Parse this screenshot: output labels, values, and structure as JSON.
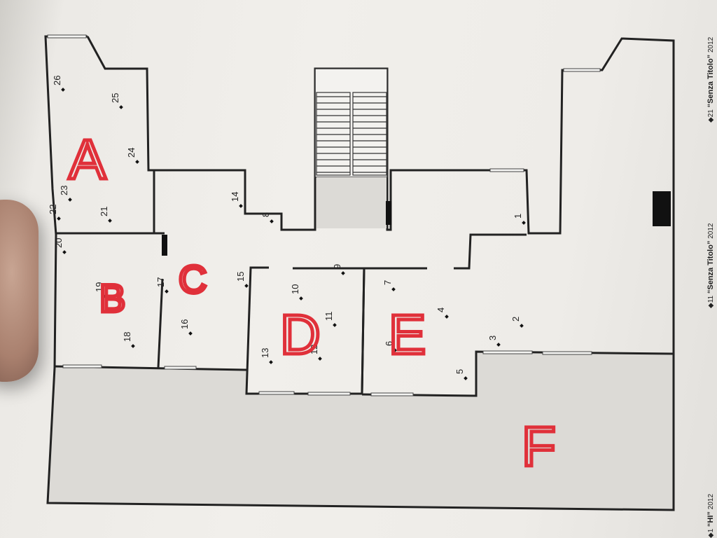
{
  "rooms": [
    {
      "id": "A",
      "label": "A"
    },
    {
      "id": "B",
      "label": "B"
    },
    {
      "id": "C",
      "label": "C"
    },
    {
      "id": "D",
      "label": "D"
    },
    {
      "id": "E",
      "label": "E"
    },
    {
      "id": "F",
      "label": "F"
    }
  ],
  "markers": [
    "1",
    "2",
    "3",
    "4",
    "5",
    "6",
    "7",
    "8",
    "9",
    "10",
    "11",
    "12",
    "13",
    "14",
    "15",
    "16",
    "17",
    "18",
    "19",
    "20",
    "21",
    "22",
    "23",
    "24",
    "25",
    "26"
  ],
  "side_notes": [
    {
      "num": "21",
      "title": "“Senza Titolo”",
      "year": "2012"
    },
    {
      "num": "11",
      "title": "“Senza Titolo”",
      "year": "2012"
    },
    {
      "num": "1",
      "title": "“HI”",
      "year": "2012"
    }
  ],
  "colors": {
    "marker_ink": "#e0303a",
    "wall": "#222222",
    "paper": "#efede9"
  }
}
